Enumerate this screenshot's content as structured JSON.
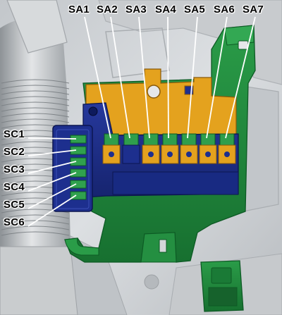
{
  "diagram": {
    "top_labels": [
      "SA1",
      "SA2",
      "SA3",
      "SA4",
      "SA5",
      "SA6",
      "SA7"
    ],
    "side_labels": [
      "SC1",
      "SC2",
      "SC3",
      "SC4",
      "SC5",
      "SC6"
    ],
    "colors": {
      "background": "#d3d6d9",
      "mount_green": "#1f8a3c",
      "fuse_block_blue": "#1d2f8e",
      "busbar_orange": "#e4a21e",
      "leader_lines": "#ffffff",
      "label_text": "#000000"
    }
  }
}
